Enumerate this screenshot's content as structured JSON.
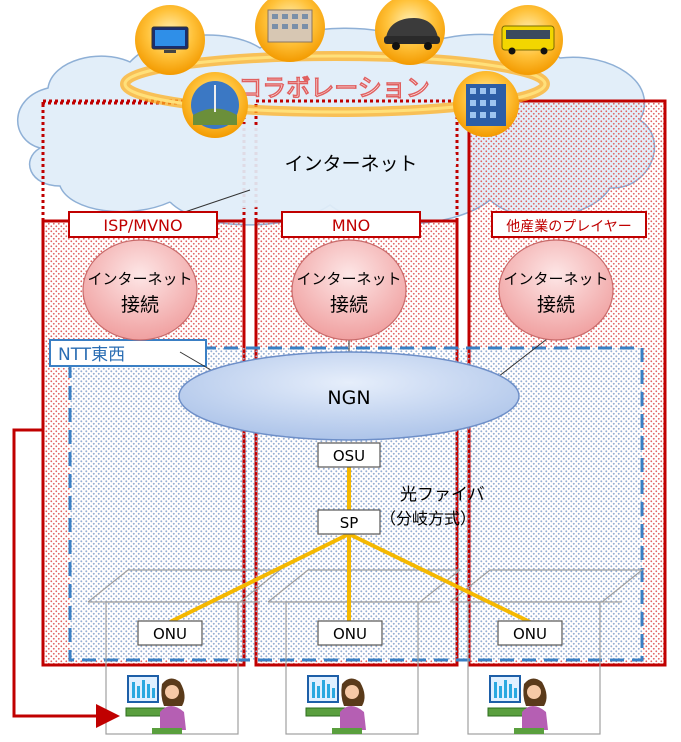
{
  "cloud": {
    "collaboration_label": "コラボレーション",
    "internet_label": "インターネット"
  },
  "providers": [
    {
      "label": "ISP/MVNO",
      "connection_line1": "インターネット",
      "connection_line2": "接続"
    },
    {
      "label": "MNO",
      "connection_line1": "インターネット",
      "connection_line2": "接続"
    },
    {
      "label": "他産業のプレイヤー",
      "connection_line1": "インターネット",
      "connection_line2": "接続"
    }
  ],
  "ntt": {
    "label": "NTT東西",
    "ngn_label": "NGN",
    "osu_label": "OSU",
    "sp_label": "SP",
    "fiber_label_line1": "光ファイバ",
    "fiber_label_line2": "（分岐方式）",
    "onu_labels": [
      "ONU",
      "ONU",
      "ONU"
    ]
  },
  "colors": {
    "provider_border": "#c00000",
    "provider_dots": "#e06060",
    "ntt_border": "#3a7fc4",
    "ntt_dots": "#8cb4dc",
    "fiber": "#f5b800",
    "ngn_fill": "#c8d8f0",
    "connection_fill": "#f6b8b8",
    "cloud_fill": "#e2eef9",
    "collab_ring": "#ffb020"
  },
  "icons": [
    "tv-icon",
    "hospital-icon",
    "car-icon",
    "bus-icon",
    "power-plant-icon",
    "building-icon",
    "user-pc-icon"
  ]
}
